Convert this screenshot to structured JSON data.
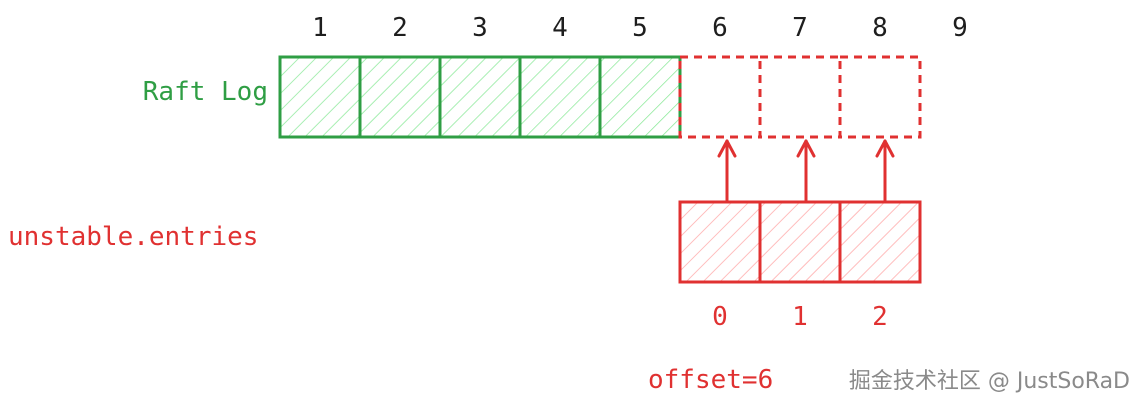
{
  "log_indices": [
    "1",
    "2",
    "3",
    "4",
    "5",
    "6",
    "7",
    "8",
    "9"
  ],
  "raft_log_label": "Raft Log",
  "unstable_label": "unstable.entries",
  "unstable_indices": [
    "0",
    "1",
    "2"
  ],
  "offset_label": "offset=6",
  "watermark": "掘金技术社区 @ JustSoRaD",
  "colors": {
    "stable": "#2f9e44",
    "stable_fill": "#b2f2bb",
    "unstable": "#e03131",
    "unstable_fill": "#ffc9c9",
    "text": "#1e1e1e"
  }
}
